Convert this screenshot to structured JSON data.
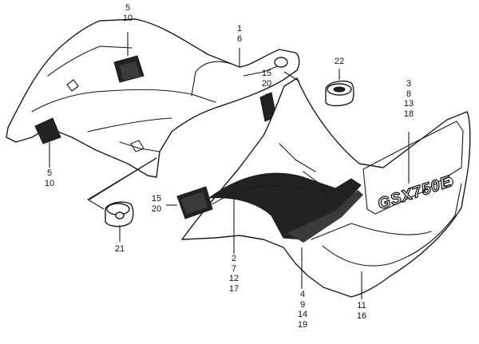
{
  "callouts": {
    "clip_upper": [
      "5",
      "10"
    ],
    "cover_top": [
      "1",
      "6"
    ],
    "grommet_upper": [
      "22"
    ],
    "badge": [
      "3",
      "8",
      "13",
      "18"
    ],
    "cushion_upper": [
      "15",
      "20"
    ],
    "clip_lower": [
      "5",
      "10"
    ],
    "cushion_lower": [
      "15",
      "20"
    ],
    "grommet_lower": [
      "21"
    ],
    "cover_mid": [
      "2",
      "7",
      "12",
      "17"
    ],
    "stripe": [
      "4",
      "9",
      "14",
      "19"
    ],
    "cover_lower": [
      "11",
      "16"
    ]
  },
  "emblem": {
    "text": "GSX750E"
  }
}
